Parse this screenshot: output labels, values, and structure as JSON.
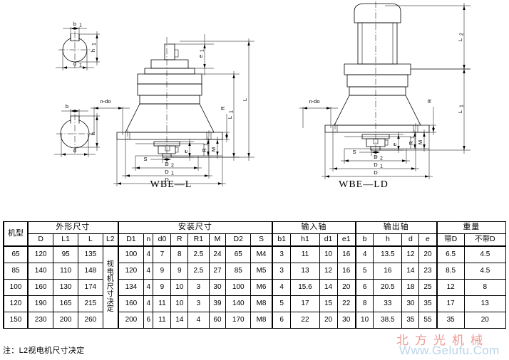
{
  "drawings": {
    "left": {
      "caption": "WBE—L",
      "dimension_labels": [
        "b1",
        "h1",
        "d1",
        "b",
        "h",
        "d",
        "n-do",
        "e1",
        "L",
        "L1",
        "R",
        "R1",
        "M",
        "e",
        "S",
        "D2",
        "D1",
        "D"
      ]
    },
    "right": {
      "caption": "WBE—LD",
      "dimension_labels": [
        "n-do",
        "L2",
        "L1",
        "R",
        "R1",
        "M",
        "e",
        "S",
        "D2",
        "D1",
        "D"
      ]
    }
  },
  "table": {
    "groups": [
      {
        "label": "机型",
        "span": 1
      },
      {
        "label": "外形尺寸",
        "span": 4
      },
      {
        "label": "安装尺寸",
        "span": 8
      },
      {
        "label": "输入轴",
        "span": 4
      },
      {
        "label": "输出轴",
        "span": 4
      },
      {
        "label": "重量",
        "span": 2
      }
    ],
    "columns": [
      "机型",
      "D",
      "L1",
      "L",
      "L2",
      "D1",
      "n",
      "d0",
      "R",
      "R1",
      "M",
      "D2",
      "S",
      "b1",
      "h1",
      "d1",
      "e1",
      "b",
      "h",
      "d",
      "e",
      "带D",
      "不带D"
    ],
    "l2_merged_text": "视电机尺寸决定",
    "rows": [
      {
        "model": "65",
        "D": "120",
        "L1": "95",
        "L": "135",
        "D1": "100",
        "n": "4",
        "d0": "7",
        "R": "8",
        "R1": "2.5",
        "M": "24",
        "D2": "65",
        "S": "M4",
        "b1": "3",
        "h1": "11",
        "d1": "10",
        "e1": "16",
        "b": "4",
        "h": "13.5",
        "d": "12",
        "e": "20",
        "w_with": "6.5",
        "w_without": "4.5"
      },
      {
        "model": "85",
        "D": "140",
        "L1": "110",
        "L": "148",
        "D1": "120",
        "n": "4",
        "d0": "9",
        "R": "9",
        "R1": "2.5",
        "M": "27",
        "D2": "85",
        "S": "M5",
        "b1": "3",
        "h1": "13",
        "d1": "12",
        "e1": "16",
        "b": "5",
        "h": "16",
        "d": "14",
        "e": "23",
        "w_with": "8.5",
        "w_without": "4.5"
      },
      {
        "model": "100",
        "D": "160",
        "L1": "130",
        "L": "174",
        "D1": "134",
        "n": "4",
        "d0": "9",
        "R": "10",
        "R1": "3",
        "M": "30",
        "D2": "100",
        "S": "M6",
        "b1": "4",
        "h1": "15.6",
        "d1": "14",
        "e1": "20",
        "b": "6",
        "h": "20.5",
        "d": "18",
        "e": "25",
        "w_with": "12",
        "w_without": "8"
      },
      {
        "model": "120",
        "D": "190",
        "L1": "165",
        "L": "215",
        "D1": "160",
        "n": "4",
        "d0": "11",
        "R": "10",
        "R1": "3",
        "M": "39",
        "D2": "140",
        "S": "M8",
        "b1": "5",
        "h1": "17",
        "d1": "15",
        "e1": "22",
        "b": "8",
        "h": "33",
        "d": "30",
        "e": "35",
        "w_with": "17",
        "w_without": "13"
      },
      {
        "model": "150",
        "D": "230",
        "L1": "200",
        "L": "260",
        "D1": "200",
        "n": "6",
        "d0": "11",
        "R": "14",
        "R1": "4",
        "M": "60",
        "D2": "170",
        "S": "M8",
        "b1": "6",
        "h1": "22",
        "d1": "20",
        "e1": "30",
        "b": "10",
        "h": "38.5",
        "d": "35",
        "e": "55",
        "w_with": "35",
        "w_without": "20"
      }
    ]
  },
  "note": "注：L2视电机尺寸决定",
  "watermark": {
    "chinese": "北方光机械",
    "url": "Www.Gelufu.Com",
    "color_chinese": "#e8736b",
    "color_url": "#b9d4e8"
  }
}
